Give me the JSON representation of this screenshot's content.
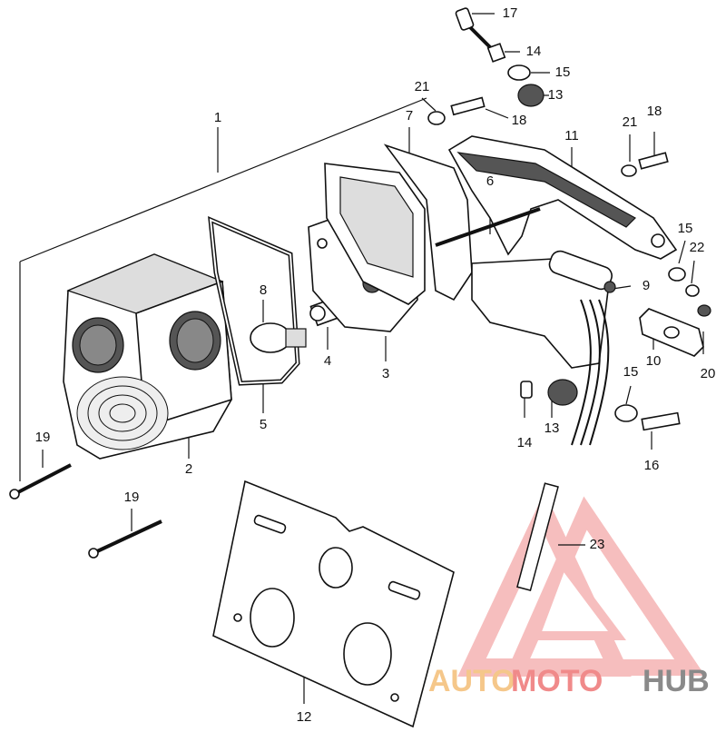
{
  "callouts": [
    {
      "id": "c1",
      "text": "1"
    },
    {
      "id": "c2",
      "text": "2"
    },
    {
      "id": "c3",
      "text": "3"
    },
    {
      "id": "c4",
      "text": "4"
    },
    {
      "id": "c5",
      "text": "5"
    },
    {
      "id": "c6",
      "text": "6"
    },
    {
      "id": "c7",
      "text": "7"
    },
    {
      "id": "c8",
      "text": "8"
    },
    {
      "id": "c9",
      "text": "9"
    },
    {
      "id": "c10",
      "text": "10"
    },
    {
      "id": "c11",
      "text": "11"
    },
    {
      "id": "c12",
      "text": "12"
    },
    {
      "id": "c13a",
      "text": "13"
    },
    {
      "id": "c13b",
      "text": "13"
    },
    {
      "id": "c14a",
      "text": "14"
    },
    {
      "id": "c14b",
      "text": "14"
    },
    {
      "id": "c15a",
      "text": "15"
    },
    {
      "id": "c15b",
      "text": "15"
    },
    {
      "id": "c15c",
      "text": "15"
    },
    {
      "id": "c16",
      "text": "16"
    },
    {
      "id": "c17",
      "text": "17"
    },
    {
      "id": "c18a",
      "text": "18"
    },
    {
      "id": "c18b",
      "text": "18"
    },
    {
      "id": "c19a",
      "text": "19"
    },
    {
      "id": "c19b",
      "text": "19"
    },
    {
      "id": "c20",
      "text": "20"
    },
    {
      "id": "c21a",
      "text": "21"
    },
    {
      "id": "c21b",
      "text": "21"
    },
    {
      "id": "c22",
      "text": "22"
    },
    {
      "id": "c23",
      "text": "23"
    }
  ],
  "watermark": {
    "part1": "AUTO",
    "part2": "MOTO",
    "part3": "HUB",
    "color_auto": "#f5c78a",
    "color_moto": "#f08a8a",
    "color_hub": "#8a8a8a",
    "triangle_color": "#f08a8a"
  }
}
